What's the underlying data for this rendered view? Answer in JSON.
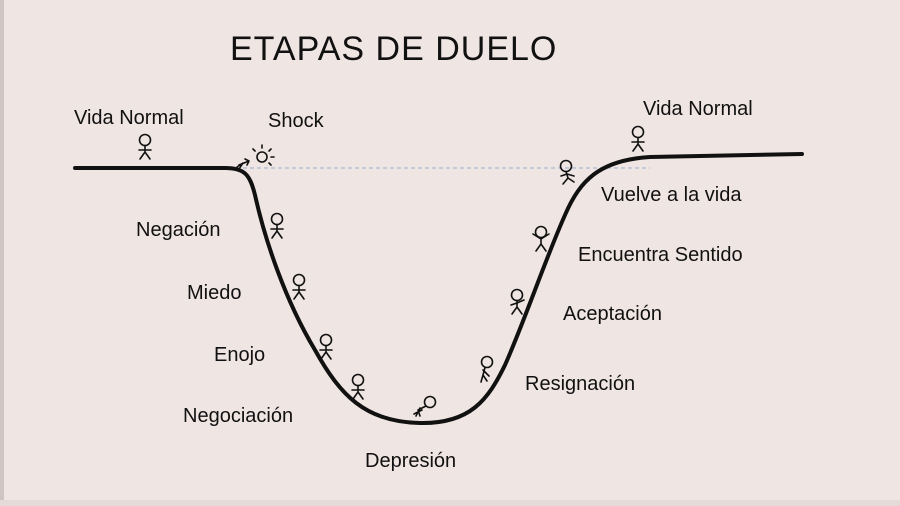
{
  "title": "ETAPAS DE DUELO",
  "labels": {
    "vida_normal_left": "Vida Normal",
    "shock": "Shock",
    "negacion": "Negación",
    "miedo": "Miedo",
    "enojo": "Enojo",
    "negociacion": "Negociación",
    "depresion": "Depresión",
    "resignacion": "Resignación",
    "aceptacion": "Aceptación",
    "encuentra_sentido": "Encuentra Sentido",
    "vuelve_a_la_vida": "Vuelve a la vida",
    "vida_normal_right": "Vida Normal"
  },
  "colors": {
    "background": "#efe5e2",
    "curve": "#111111",
    "baseline_dashed": "#a9b8d6"
  },
  "icons": [
    "stick-figure-icon",
    "sun-icon"
  ]
}
